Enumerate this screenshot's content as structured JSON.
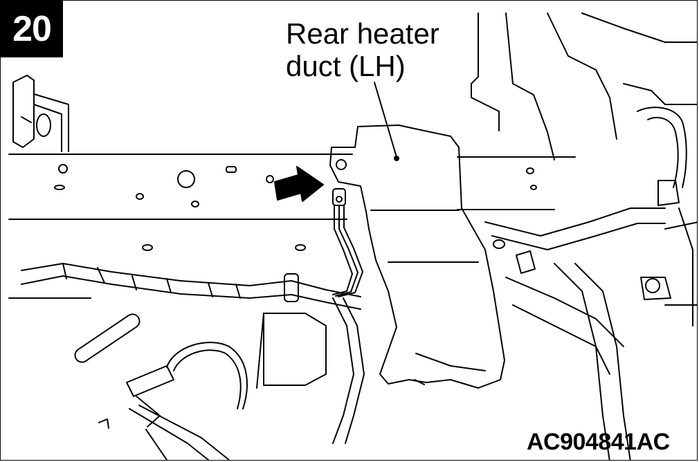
{
  "figure": {
    "step_number": "20",
    "callout": {
      "line1": "Rear heater",
      "line2": "duct (LH)"
    },
    "reference_code": "AC904841AC"
  }
}
